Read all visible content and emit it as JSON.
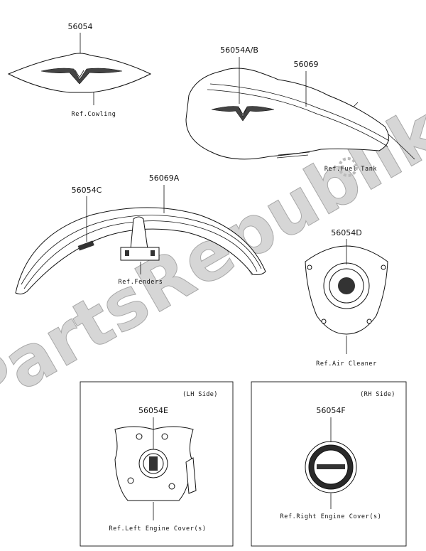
{
  "watermark": "PartsRepublik",
  "groups": {
    "cowling": {
      "part_number": "56054",
      "ref": "Ref.Cowling"
    },
    "fuel_tank": {
      "part_number_a": "56054A/B",
      "part_number_b": "56069",
      "ref": "Ref.Fuel Tank"
    },
    "fenders": {
      "part_number_a": "56054C",
      "part_number_b": "56069A",
      "ref": "Ref.Fenders"
    },
    "air_cleaner": {
      "part_number": "56054D",
      "ref": "Ref.Air Cleaner"
    },
    "lh_cover": {
      "side": "(LH Side)",
      "part_number": "56054E",
      "ref": "Ref.Left Engine Cover(s)"
    },
    "rh_cover": {
      "side": "(RH Side)",
      "part_number": "56054F",
      "ref": "Ref.Right Engine Cover(s)"
    }
  }
}
